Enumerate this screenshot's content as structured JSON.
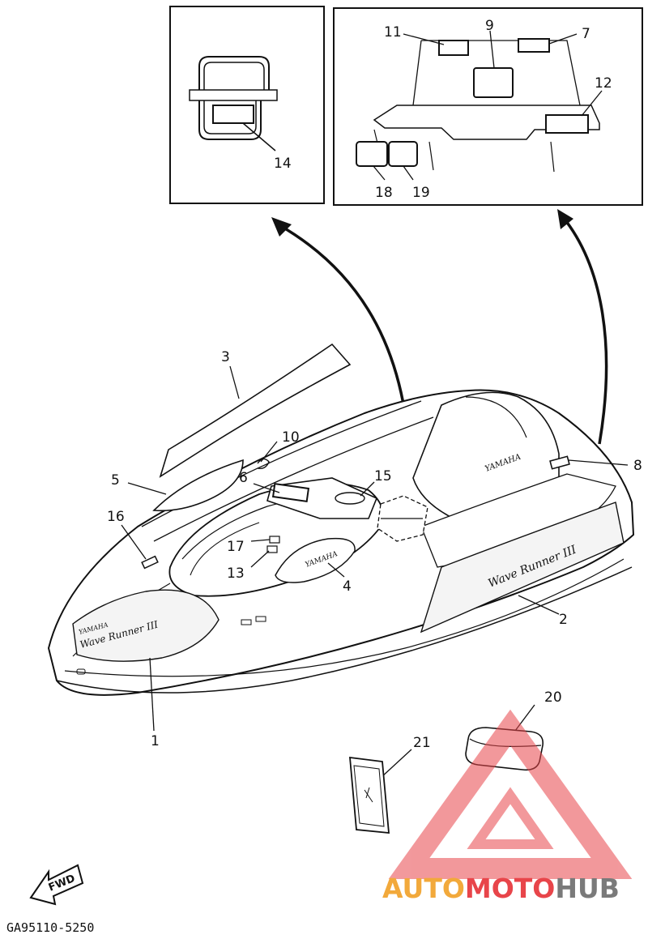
{
  "diagram_code": "GA95110-5250",
  "fwd_label": "FWD",
  "watermark": {
    "part_a": "AUTO",
    "part_b": "MOTO",
    "part_c": "HUB",
    "colors": {
      "a": "#f2a93b",
      "b": "#e8454a",
      "c": "#7a7a7a"
    }
  },
  "hull_text": {
    "brand": "YAMAHA",
    "model_script": "Wave Runner III"
  },
  "callouts": {
    "c1": "1",
    "c2": "2",
    "c3": "3",
    "c4": "4",
    "c5": "5",
    "c6": "6",
    "c7": "7",
    "c8": "8",
    "c9": "9",
    "c10": "10",
    "c11": "11",
    "c12": "12",
    "c13": "13",
    "c14": "14",
    "c15": "15",
    "c16": "16",
    "c17": "17",
    "c18": "18",
    "c19": "19",
    "c20": "20",
    "c21": "21"
  }
}
